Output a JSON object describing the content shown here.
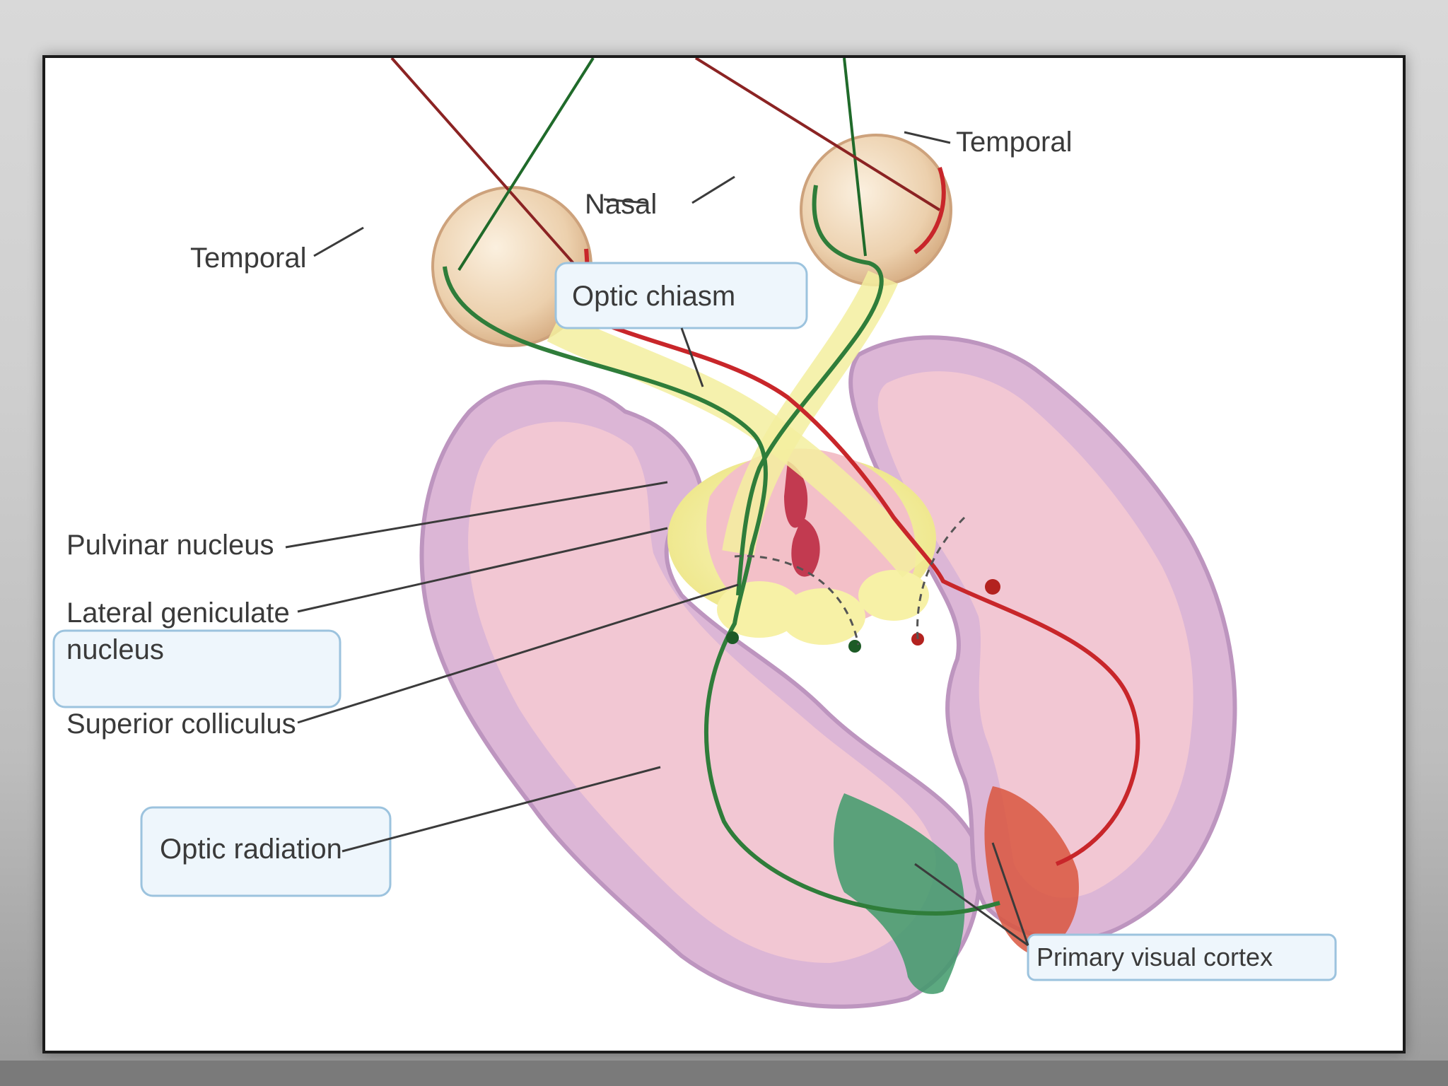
{
  "diagram": {
    "labels": {
      "temporal_right": "Temporal",
      "nasal": "Nasal",
      "temporal_left": "Temporal",
      "optic_chiasm": "Optic chiasm",
      "pulvinar": "Pulvinar nucleus",
      "lgn_line1": "Lateral geniculate",
      "lgn_line2": "nucleus",
      "superior_colliculus": "Superior colliculus",
      "optic_radiation": "Optic radiation",
      "primary_visual_cortex": "Primary visual cortex"
    },
    "colors": {
      "green_pathway": "#2f7d3a",
      "red_pathway": "#c8262a",
      "brain_tissue": "#f0c6d2",
      "brain_outline": "#c7a3c9",
      "thalamus_yellow": "#f6f2a6",
      "label_box": "#eef6fc"
    }
  }
}
